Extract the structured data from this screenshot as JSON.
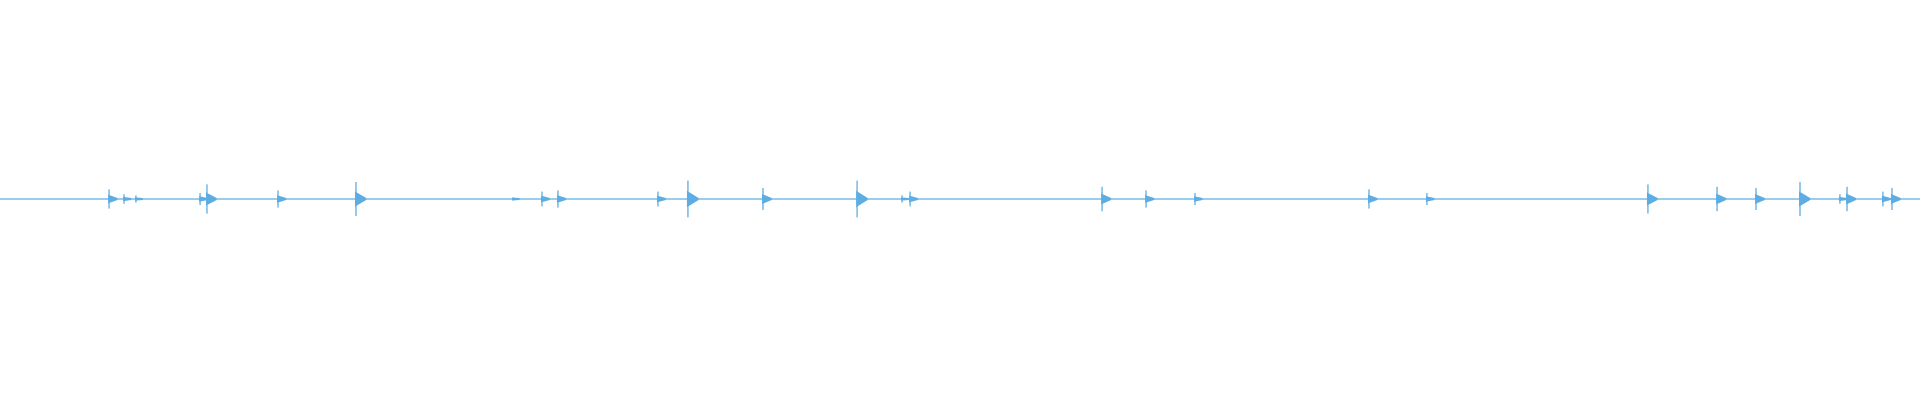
{
  "waveform": {
    "color": "#5DADE2",
    "background": "#ffffff",
    "amplitude_range": [
      -1,
      1
    ],
    "peaks": [
      {
        "t": 0.0568,
        "amp": 0.048
      },
      {
        "t": 0.0646,
        "amp": 0.024
      },
      {
        "t": 0.0708,
        "amp": 0.018
      },
      {
        "t": 0.1042,
        "amp": 0.03
      },
      {
        "t": 0.1078,
        "amp": 0.073
      },
      {
        "t": 0.1448,
        "amp": 0.043
      },
      {
        "t": 0.1854,
        "amp": 0.085
      },
      {
        "t": 0.2672,
        "amp": 0.008
      },
      {
        "t": 0.2823,
        "amp": 0.037
      },
      {
        "t": 0.2906,
        "amp": 0.043
      },
      {
        "t": 0.3427,
        "amp": 0.037
      },
      {
        "t": 0.3583,
        "amp": 0.092
      },
      {
        "t": 0.3974,
        "amp": 0.055
      },
      {
        "t": 0.4464,
        "amp": 0.092
      },
      {
        "t": 0.4698,
        "amp": 0.018
      },
      {
        "t": 0.474,
        "amp": 0.037
      },
      {
        "t": 0.574,
        "amp": 0.061
      },
      {
        "t": 0.5969,
        "amp": 0.043
      },
      {
        "t": 0.6224,
        "amp": 0.03
      },
      {
        "t": 0.713,
        "amp": 0.048
      },
      {
        "t": 0.7432,
        "amp": 0.03
      },
      {
        "t": 0.8583,
        "amp": 0.073
      },
      {
        "t": 0.8943,
        "amp": 0.061
      },
      {
        "t": 0.9146,
        "amp": 0.055
      },
      {
        "t": 0.9375,
        "amp": 0.085
      },
      {
        "t": 0.9583,
        "amp": 0.024
      },
      {
        "t": 0.962,
        "amp": 0.061
      },
      {
        "t": 0.9807,
        "amp": 0.037
      },
      {
        "t": 0.9854,
        "amp": 0.055
      }
    ]
  }
}
